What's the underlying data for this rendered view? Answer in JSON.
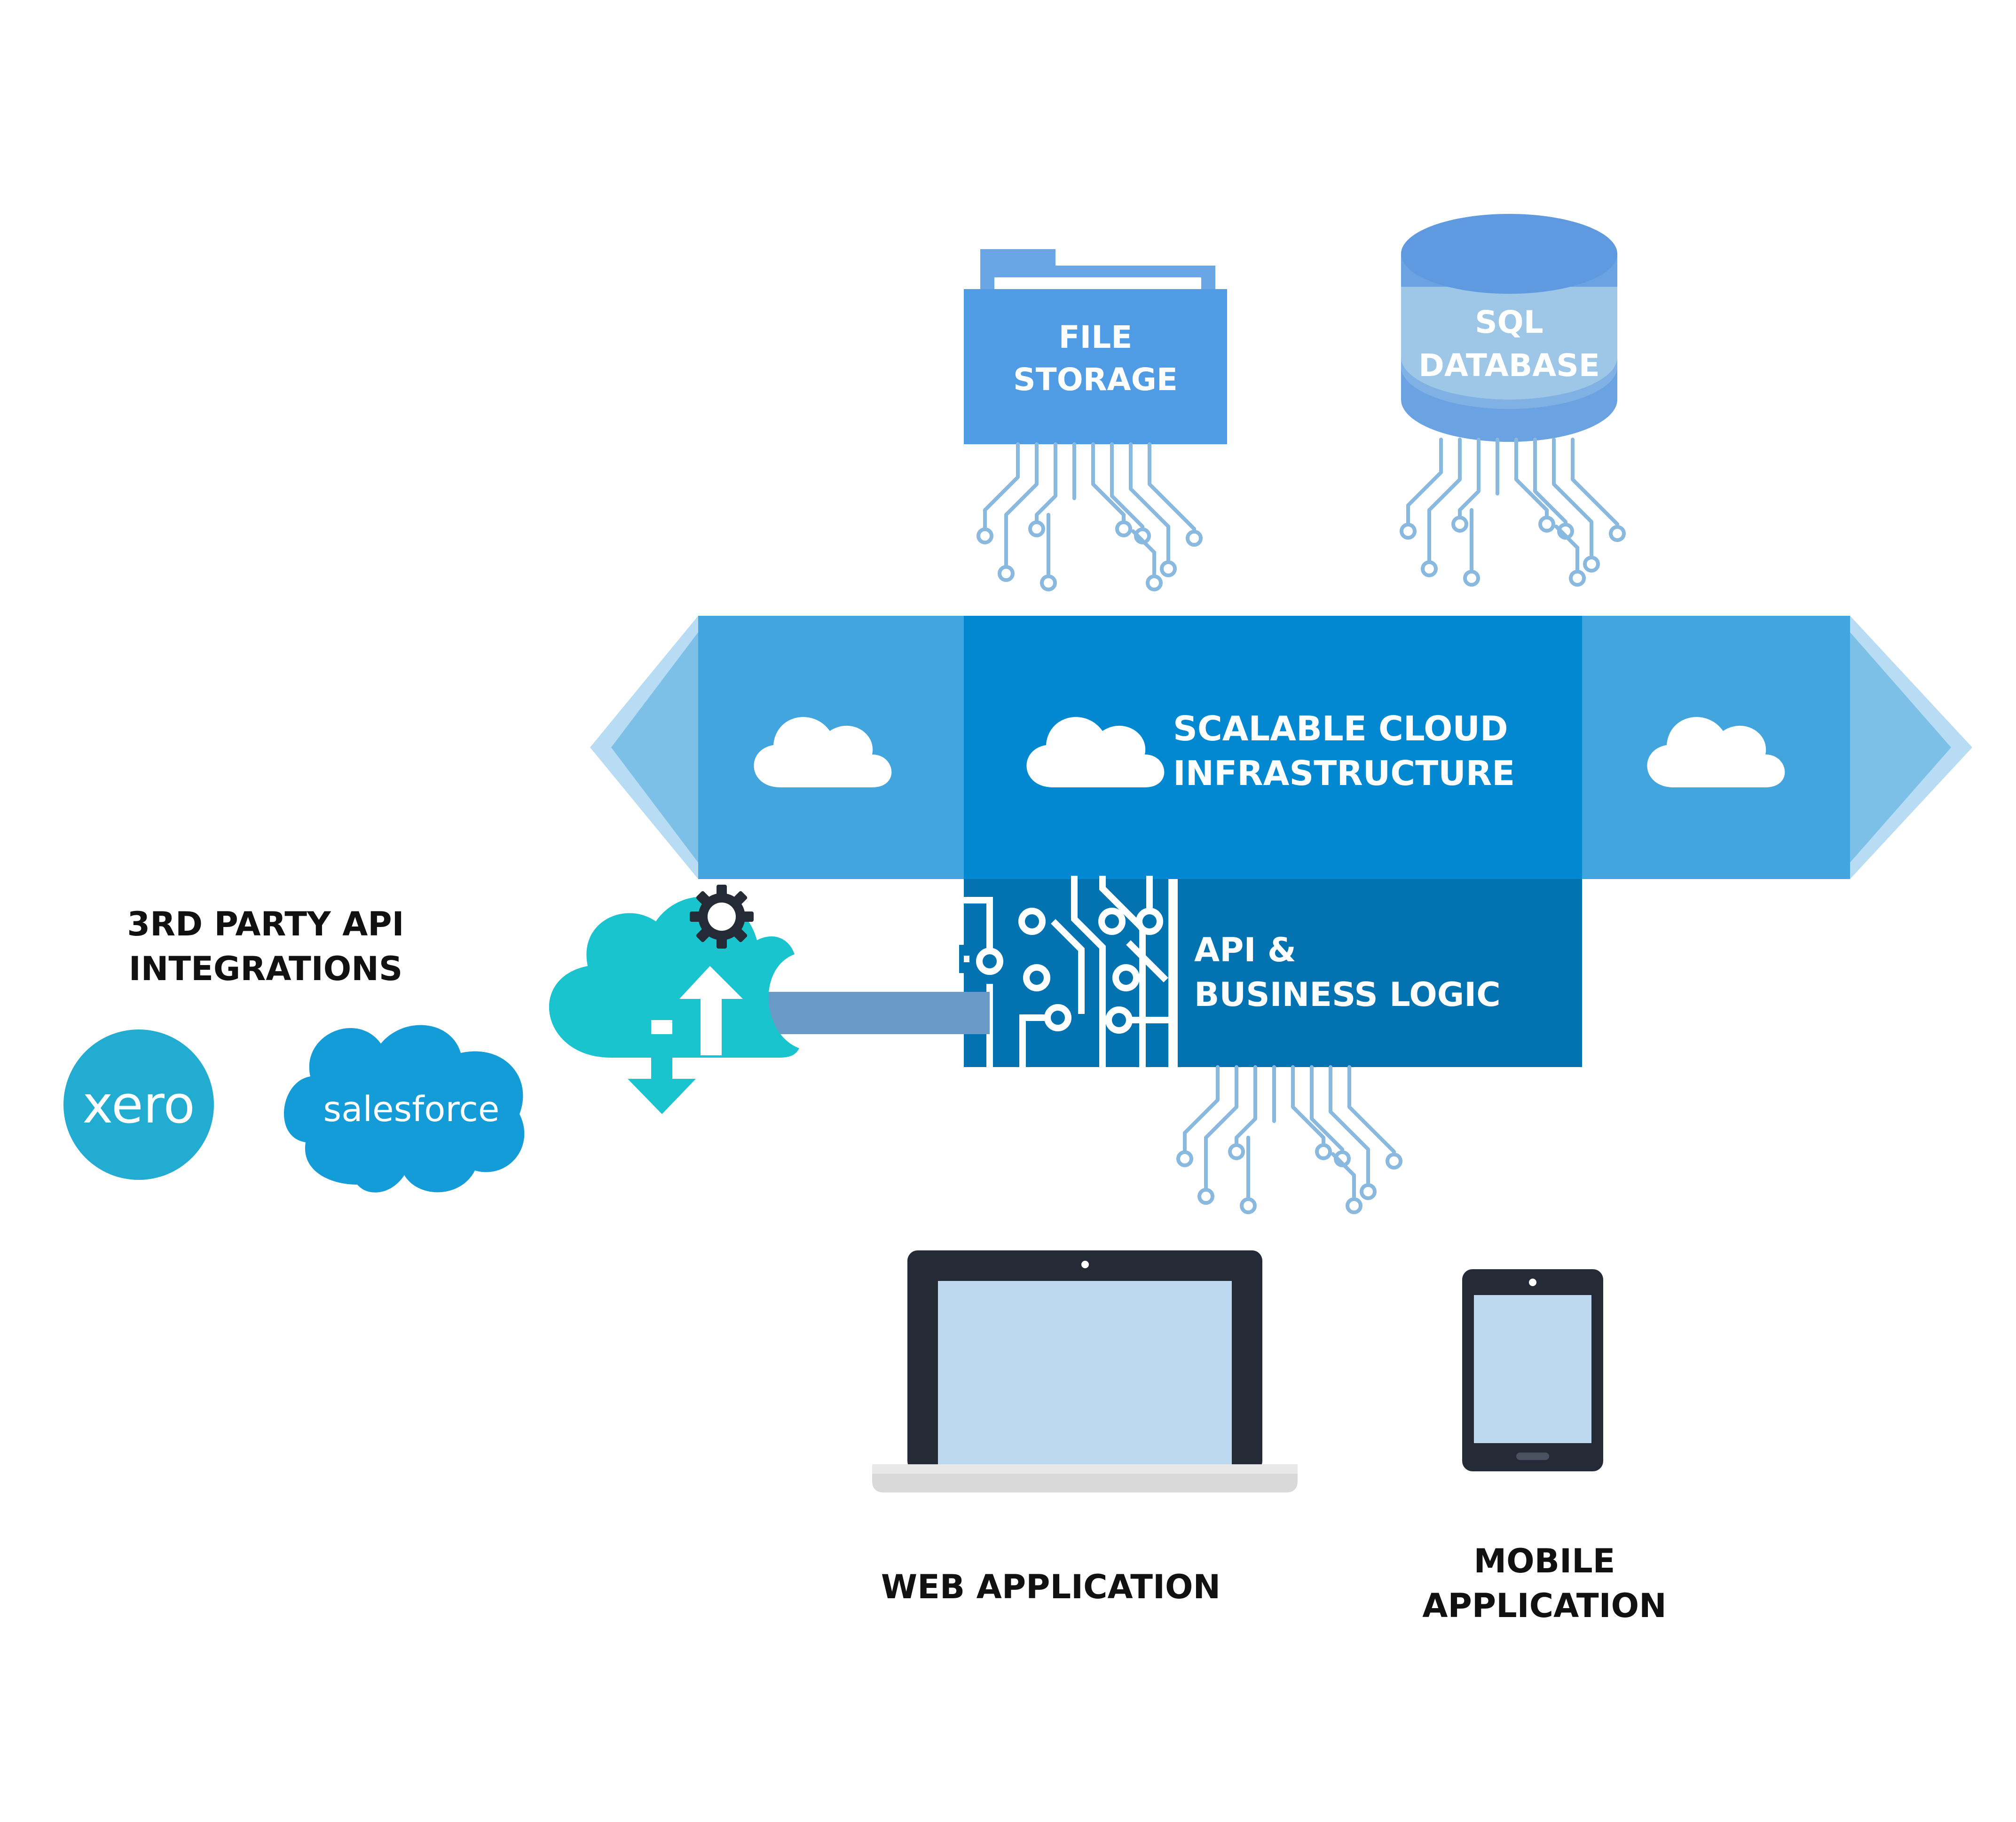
{
  "colors": {
    "background": "#ffffff",
    "file_blue": "#4f9be4",
    "file_blue_dark": "#6aa6e6",
    "db_top": "#5f9ae0",
    "db_mid": "#9ec6e6",
    "db_low": "#6aa2e2",
    "band_light": "#42a5dd",
    "band_dark": "#0288d1",
    "band_tip": "#7cc0e8",
    "band_tip_light": "#b8dcf3",
    "api_blue": "#0272b1",
    "trace_light": "#8ab9e0",
    "teal": "#19c4ce",
    "connector": "#6a9bc8",
    "device_dark": "#242a36",
    "screen": "#bcd9ef",
    "laptop_base": "#d9d9d9",
    "xero": "#23acd2",
    "salesforce": "#139cd8",
    "label": "#111111",
    "white": "#ffffff"
  },
  "icons": [
    "folder-icon",
    "database-icon",
    "cloud-icon",
    "gear-icon",
    "cloud-sync-icon",
    "laptop-icon",
    "tablet-icon",
    "circuit-icon"
  ],
  "labels": {
    "file_storage": [
      "FILE",
      "STORAGE"
    ],
    "sql_database": [
      "SQL",
      "DATABASE"
    ],
    "cloud_infra": [
      "SCALABLE CLOUD",
      "INFRASTRUCTURE"
    ],
    "api_logic": [
      "API &",
      "BUSINESS LOGIC"
    ],
    "third_party": [
      "3RD PARTY API",
      "INTEGRATIONS"
    ],
    "web_app": "WEB APPLICATION",
    "mobile_app": [
      "MOBILE",
      "APPLICATION"
    ]
  },
  "logos": {
    "xero": "xero",
    "salesforce": "salesforce"
  }
}
